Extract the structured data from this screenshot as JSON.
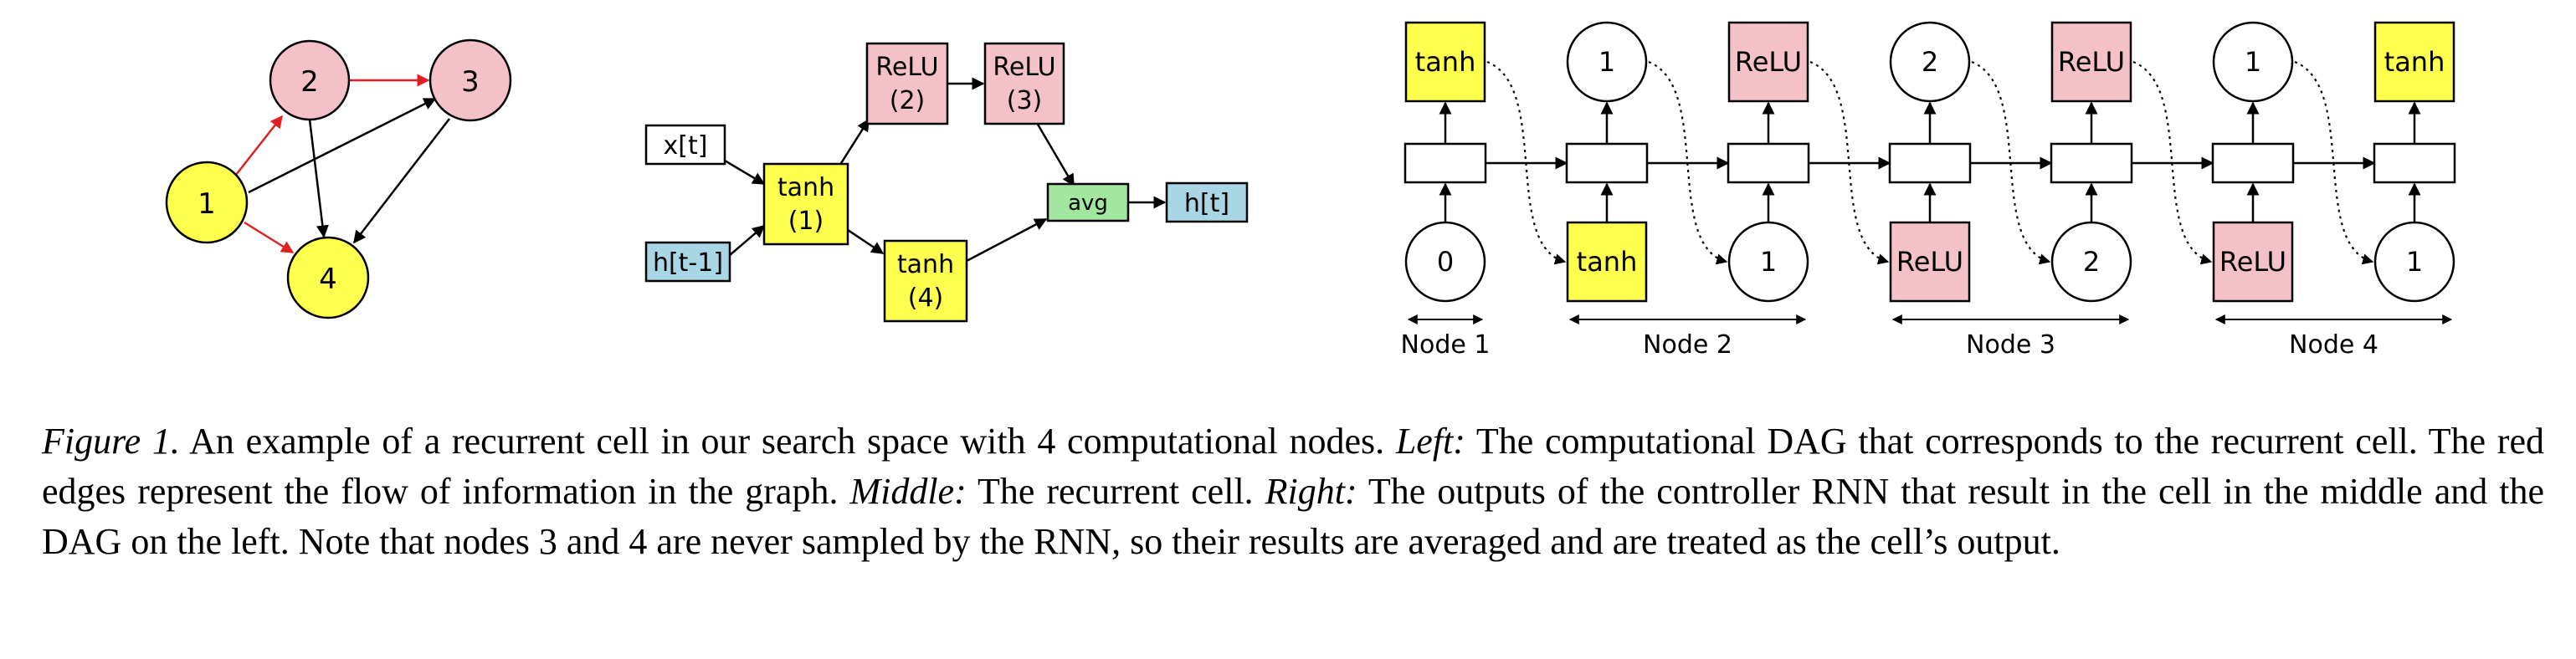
{
  "colors": {
    "yellow": "#ffff4d",
    "pink": "#f5c1c9",
    "green": "#a3e6a0",
    "blue": "#a9d6e4",
    "red_edge": "#e02020"
  },
  "dag": {
    "nodes": [
      {
        "id": "1",
        "label": "1",
        "color": "yellow"
      },
      {
        "id": "2",
        "label": "2",
        "color": "pink"
      },
      {
        "id": "3",
        "label": "3",
        "color": "pink"
      },
      {
        "id": "4",
        "label": "4",
        "color": "yellow"
      }
    ],
    "edges": [
      {
        "from": "1",
        "to": "2",
        "red": true
      },
      {
        "from": "1",
        "to": "4",
        "red": true
      },
      {
        "from": "2",
        "to": "3",
        "red": true
      },
      {
        "from": "1",
        "to": "3",
        "red": false
      },
      {
        "from": "2",
        "to": "4",
        "red": false
      },
      {
        "from": "3",
        "to": "4",
        "red": false
      }
    ]
  },
  "cell": {
    "x_input": "x[t]",
    "h_input": "h[t-1]",
    "node1": {
      "op": "tanh",
      "idx": "(1)"
    },
    "node2": {
      "op": "ReLU",
      "idx": "(2)"
    },
    "node3": {
      "op": "ReLU",
      "idx": "(3)"
    },
    "node4": {
      "op": "tanh",
      "idx": "(4)"
    },
    "avg": "avg",
    "output": "h[t]"
  },
  "controller": {
    "inputs": [
      "0",
      "tanh",
      "1",
      "ReLU",
      "2",
      "ReLU",
      "1"
    ],
    "outputs": [
      "tanh",
      "1",
      "ReLU",
      "2",
      "ReLU",
      "1",
      "tanh"
    ],
    "groups": [
      "Node 1",
      "Node 2",
      "Node 3",
      "Node 4"
    ]
  },
  "caption": {
    "figure_label": "Figure 1.",
    "intro": " An example of a recurrent cell in our search space with 4 computational nodes. ",
    "left_label": "Left:",
    "left_text": " The computational DAG that corresponds to the recurrent cell. The red edges represent the flow of information in the graph. ",
    "middle_label": "Middle:",
    "middle_text": " The recurrent cell. ",
    "right_label": "Right:",
    "right_text": " The outputs of the controller RNN that result in the cell in the middle and the DAG on the left. Note that nodes 3 and 4 are never sampled by the RNN, so their results are averaged and are treated as the cell’s output."
  }
}
